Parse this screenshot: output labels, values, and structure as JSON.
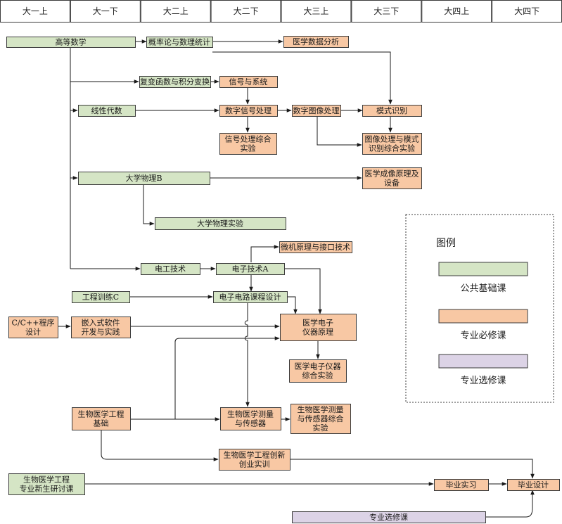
{
  "semesters": [
    "大一上",
    "大一下",
    "大二上",
    "大二下",
    "大三上",
    "大三下",
    "大四上",
    "大四下"
  ],
  "colors": {
    "public_fill": "#d5e5c5",
    "major_required_fill": "#f8c8a4",
    "major_elective_fill": "#dcd3e6",
    "border": "#3c3c3c"
  },
  "legend": {
    "title": "图例",
    "items": [
      {
        "key": "public",
        "label": "公共基础课"
      },
      {
        "key": "major_required",
        "label": "专业必修课"
      },
      {
        "key": "major_elective",
        "label": "专业选修课"
      }
    ]
  },
  "courses": [
    {
      "id": "gdsx",
      "lines": [
        "高等数学"
      ],
      "category": "public"
    },
    {
      "id": "glsl",
      "lines": [
        "概率论与数理统计"
      ],
      "category": "public"
    },
    {
      "id": "yxsj",
      "lines": [
        "医学数据分析"
      ],
      "category": "major_required"
    },
    {
      "id": "fbhs",
      "lines": [
        "复变函数与积分变换"
      ],
      "category": "public"
    },
    {
      "id": "xhxt",
      "lines": [
        "信号与系统"
      ],
      "category": "major_required"
    },
    {
      "id": "xxds",
      "lines": [
        "线性代数"
      ],
      "category": "public"
    },
    {
      "id": "szxh",
      "lines": [
        "数字信号处理"
      ],
      "category": "major_required"
    },
    {
      "id": "sztx",
      "lines": [
        "数字图像处理"
      ],
      "category": "major_required"
    },
    {
      "id": "mssb",
      "lines": [
        "模式识别"
      ],
      "category": "major_required"
    },
    {
      "id": "xhsy",
      "lines": [
        "信号处理综合",
        "实验"
      ],
      "category": "major_required"
    },
    {
      "id": "txsy",
      "lines": [
        "图像处理与模式",
        "识别综合实验"
      ],
      "category": "major_required"
    },
    {
      "id": "dxwl",
      "lines": [
        "大学物理B"
      ],
      "category": "public"
    },
    {
      "id": "yxcx",
      "lines": [
        "医学成像原理及",
        "设备"
      ],
      "category": "major_required"
    },
    {
      "id": "wlsy",
      "lines": [
        "大学物理实验"
      ],
      "category": "public"
    },
    {
      "id": "wjyl",
      "lines": [
        "微机原理与接口技术"
      ],
      "category": "major_required"
    },
    {
      "id": "dgjs",
      "lines": [
        "电工技术"
      ],
      "category": "public"
    },
    {
      "id": "dzjs",
      "lines": [
        "电子技术A"
      ],
      "category": "public"
    },
    {
      "id": "gcxl",
      "lines": [
        "工程训练C"
      ],
      "category": "public"
    },
    {
      "id": "dzsj",
      "lines": [
        "电子电路课程设计"
      ],
      "category": "public"
    },
    {
      "id": "cprog",
      "lines": [
        "C/C++程序",
        "设计"
      ],
      "category": "major_required"
    },
    {
      "id": "qrsrj",
      "lines": [
        "嵌入式软件",
        "开发与实践"
      ],
      "category": "major_required"
    },
    {
      "id": "yxyq",
      "lines": [
        "医学电子",
        "仪器原理"
      ],
      "category": "major_required"
    },
    {
      "id": "yqsy",
      "lines": [
        "医学电子仪器",
        "综合实验"
      ],
      "category": "major_required"
    },
    {
      "id": "swjc",
      "lines": [
        "生物医学工程",
        "基础"
      ],
      "category": "major_required"
    },
    {
      "id": "swcl",
      "lines": [
        "生物医学测量",
        "与传感器"
      ],
      "category": "major_required"
    },
    {
      "id": "swsy",
      "lines": [
        "生物医学测量",
        "与传感器综合",
        "实验"
      ],
      "category": "major_required"
    },
    {
      "id": "cxsx",
      "lines": [
        "生物医学工程创新",
        "创业实训"
      ],
      "category": "major_required"
    },
    {
      "id": "xsyt",
      "lines": [
        "生物医学工程",
        "专业新生研讨课"
      ],
      "category": "public"
    },
    {
      "id": "bysx",
      "lines": [
        "毕业实习"
      ],
      "category": "major_required"
    },
    {
      "id": "bysj",
      "lines": [
        "毕业设计"
      ],
      "category": "major_required"
    },
    {
      "id": "zyxx",
      "lines": [
        "专业选修课"
      ],
      "category": "major_elective"
    }
  ]
}
